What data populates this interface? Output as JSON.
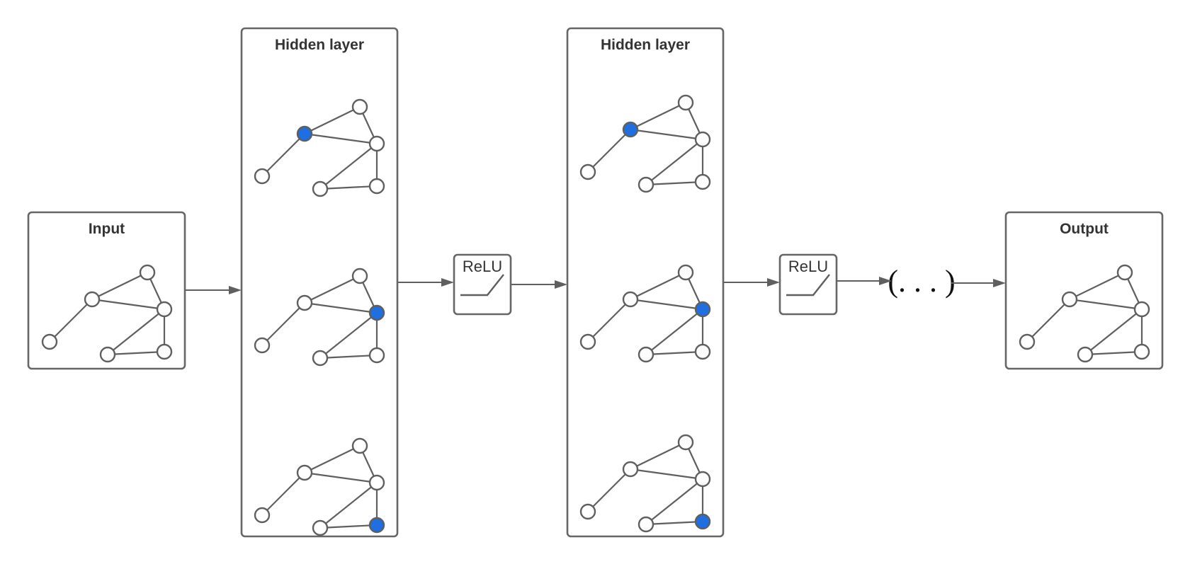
{
  "colors": {
    "highlight_node": "#1f6fe0",
    "plain_node": "#ffffff",
    "stroke": "#5f5f5f"
  },
  "input": {
    "title": "Input"
  },
  "hidden_layers": [
    {
      "title": "Hidden layer",
      "highlighted_nodes": [
        "left-hub",
        "right-hub",
        "bottom-right"
      ]
    },
    {
      "title": "Hidden layer",
      "highlighted_nodes": [
        "left-hub",
        "right-hub",
        "bottom-right"
      ]
    }
  ],
  "activations": [
    {
      "label": "ReLU"
    },
    {
      "label": "ReLU"
    }
  ],
  "continuation": {
    "label": "(. . . )"
  },
  "output": {
    "title": "Output"
  },
  "graph": {
    "nodes": [
      "top",
      "left-hub",
      "right-hub",
      "left-end",
      "bottom-left",
      "bottom-right"
    ],
    "edges": [
      [
        "top",
        "left-hub"
      ],
      [
        "top",
        "right-hub"
      ],
      [
        "left-hub",
        "right-hub"
      ],
      [
        "left-hub",
        "left-end"
      ],
      [
        "right-hub",
        "bottom-left"
      ],
      [
        "right-hub",
        "bottom-right"
      ],
      [
        "bottom-left",
        "bottom-right"
      ]
    ]
  }
}
